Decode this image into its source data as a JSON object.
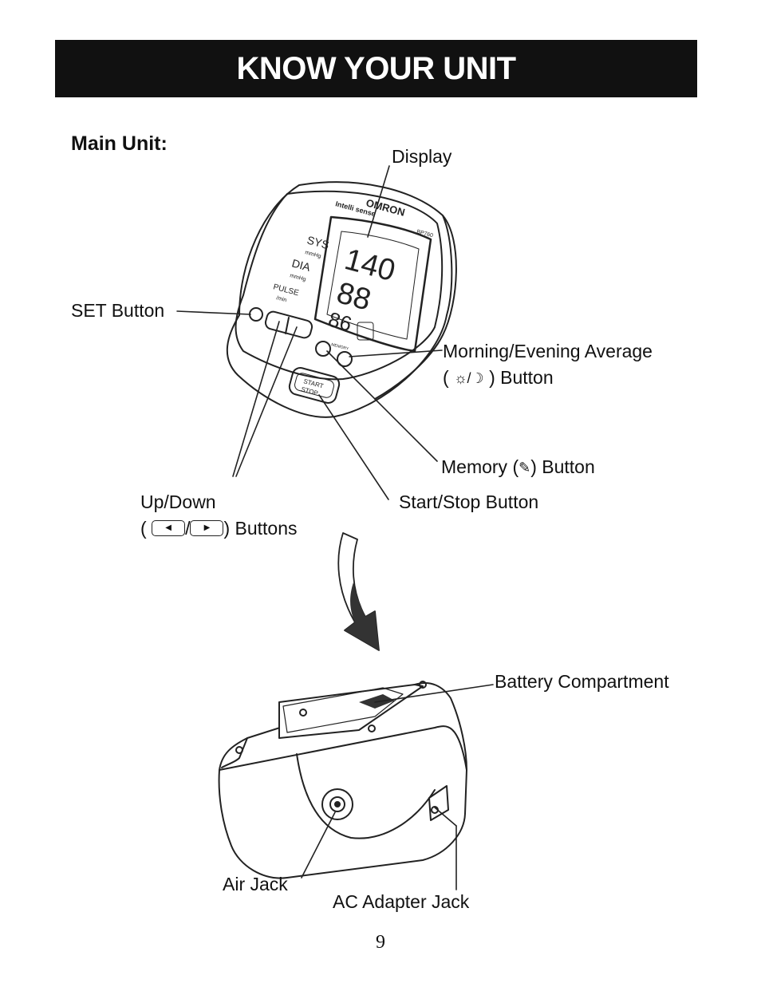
{
  "header": {
    "title": "KNOW YOUR UNIT"
  },
  "section": {
    "title": "Main Unit:"
  },
  "device": {
    "brand_text": "Intelli sense",
    "logo": "OMRON",
    "model": "BP760",
    "display_sys": "140",
    "display_dia": "88",
    "display_pulse": "86",
    "label_sys": "SYS",
    "label_dia": "DIA",
    "label_pulse": "PULSE",
    "unit_mmhg": "mmHg",
    "unit_min": "/min",
    "memory_text": "MEMORY",
    "start_text": "START",
    "stop_text": "STOP"
  },
  "callouts": {
    "display": "Display",
    "set_button": "SET Button",
    "morning_evening_line1": "Morning/Evening Average",
    "morning_evening_line2_pre": "(",
    "morning_evening_line2_post": ") Button",
    "memory_pre": "Memory (",
    "memory_post": ") Button",
    "start_stop": "Start/Stop Button",
    "up_down_line1": "Up/Down",
    "up_down_line2_pre": "(",
    "up_down_slash": "/",
    "up_down_line2_post": ") Buttons",
    "battery": "Battery Compartment",
    "air_jack": "Air Jack",
    "ac_adapter": "AC Adapter Jack"
  },
  "icons": {
    "sun_moon": "sun-moon-icon",
    "memory": "memory-icon",
    "down_arrow": "left-triangle-icon",
    "up_arrow": "right-triangle-icon"
  },
  "footer": {
    "page_number": "9"
  }
}
